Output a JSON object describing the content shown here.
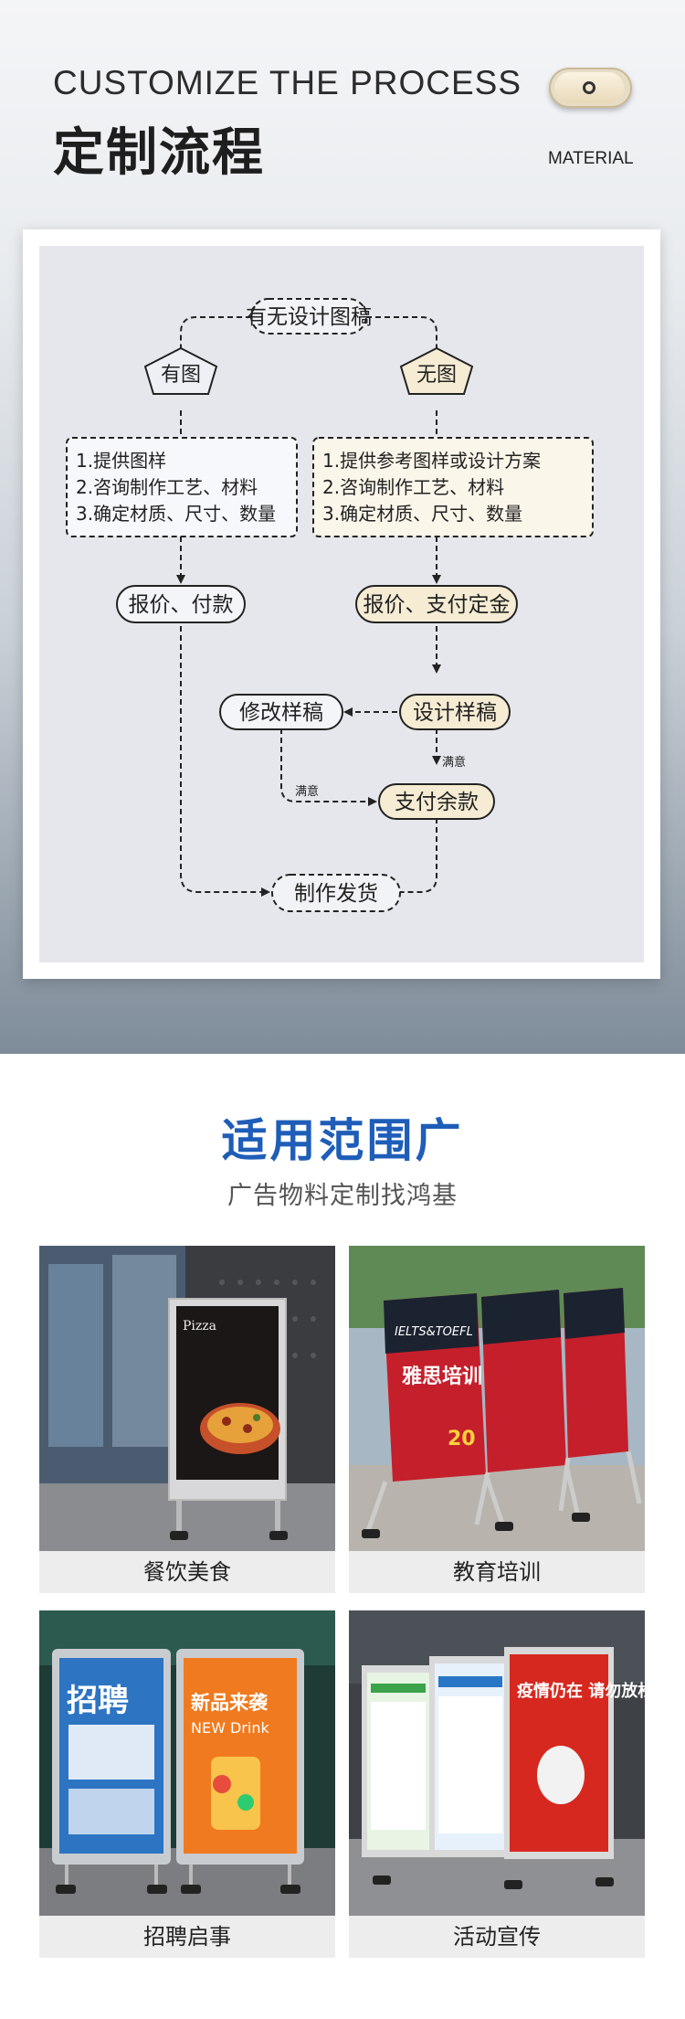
{
  "header": {
    "title_en": "CUSTOMIZE THE PROCESS",
    "title_cn": "定制流程",
    "material_label": "MATERIAL"
  },
  "flow": {
    "start": "有无设计图稿",
    "branch_yes": "有图",
    "branch_no": "无图",
    "yes_steps": [
      "1.提供图样",
      "2.咨询制作工艺、材料",
      "3.确定材质、尺寸、数量"
    ],
    "no_steps": [
      "1.提供参考图样或设计方案",
      "2.咨询制作工艺、材料",
      "3.确定材质、尺寸、数量"
    ],
    "yes_quote": "报价、付款",
    "no_quote": "报价、支付定金",
    "modify": "修改样稿",
    "design": "设计样稿",
    "satisfied_1": "满意",
    "satisfied_2": "满意",
    "balance": "支付余款",
    "ship": "制作发货"
  },
  "scope": {
    "title": "适用范围广",
    "subtitle": "广告物料定制找鸿基",
    "tiles": [
      {
        "caption": "餐饮美食",
        "poster_title": "Pizza"
      },
      {
        "caption": "教育培训",
        "poster_brand": "IELTS&TOEFL",
        "poster_title": "雅思培训",
        "poster_price": "20"
      },
      {
        "caption": "招聘启事",
        "poster_title": "招聘",
        "poster2_title": "新品来袭",
        "poster2_sub": "NEW Drink"
      },
      {
        "caption": "活动宣传",
        "poster_title": "疫情仍在 请勿放松"
      }
    ]
  },
  "colors": {
    "accent_blue": "#1e5db8",
    "cream_node": "#f6ecd4",
    "flow_bg": "#e5e7ec"
  }
}
